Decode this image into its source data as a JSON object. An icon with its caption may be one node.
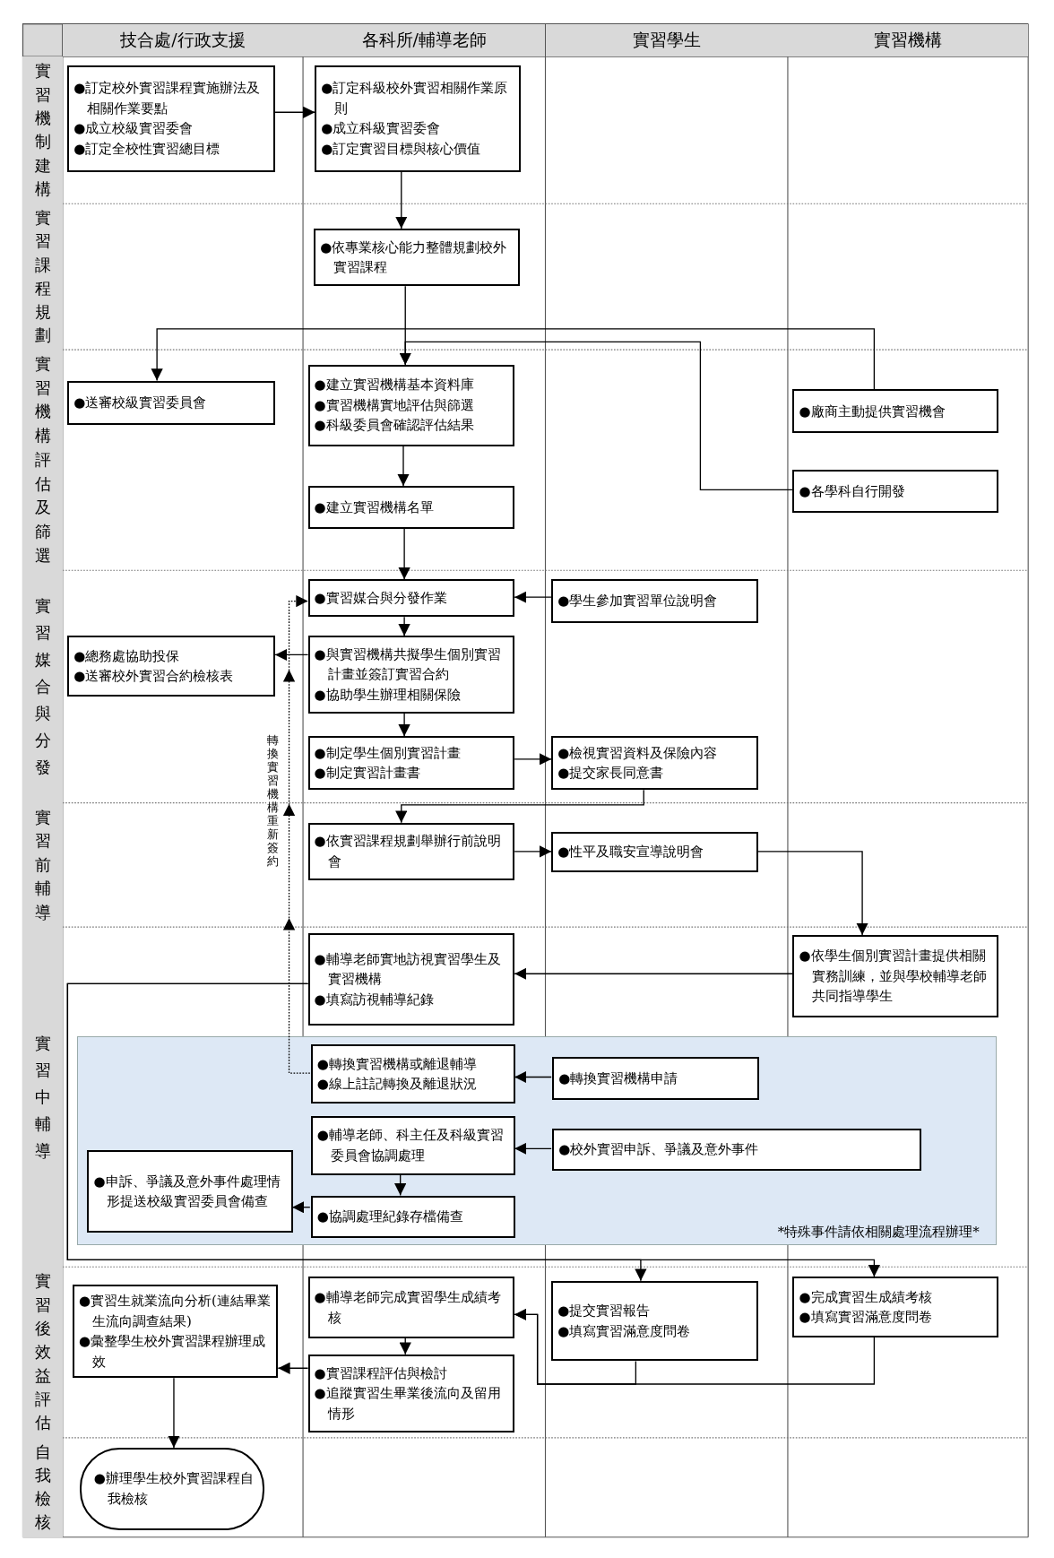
{
  "diagram": {
    "nodes": [
      {
        "text": [
          "技合處/行政支援"
        ]
      },
      {
        "text": [
          "各科所/輔導老師"
        ]
      },
      {
        "text": [
          "實習學生"
        ]
      },
      {
        "text": [
          "實習機構"
        ]
      },
      {
        "text": [
          "實習機制建構"
        ]
      },
      {
        "text": [
          "實習課程規劃"
        ]
      },
      {
        "text": [
          "實習機構評估及篩選"
        ]
      },
      {
        "text": [
          "實習媒合與分發"
        ]
      },
      {
        "text": [
          "實習前輔導"
        ]
      },
      {
        "text": [
          "實習中輔導"
        ]
      },
      {
        "text": [
          "實習後效益評估"
        ]
      },
      {
        "text": [
          "自我檢核"
        ]
      },
      {
        "text": [
          "●訂定校外實習課程實施辦法及相關作業要點",
          "●成立校級實習委會",
          "●訂定全校性實習總目標"
        ]
      },
      {
        "text": [
          "●訂定科級校外實習相關作業原則",
          "●成立科級實習委會",
          "●訂定實習目標與核心價值"
        ]
      },
      {
        "text": [
          "●依專業核心能力整體規劃校外實習課程"
        ]
      },
      {
        "text": [
          "●送審校級實習委員會"
        ]
      },
      {
        "text": [
          "●建立實習機構基本資料庫",
          "●實習機構實地評估與篩選",
          "●科級委員會確認評估結果"
        ]
      },
      {
        "text": [
          "●廠商主動提供實習機會"
        ]
      },
      {
        "text": [
          "●建立實習機構名單"
        ]
      },
      {
        "text": [
          "●各學科自行開發"
        ]
      },
      {
        "text": [
          "●實習媒合與分發作業"
        ]
      },
      {
        "text": [
          "●學生參加實習單位說明會"
        ]
      },
      {
        "text": [
          "●總務處協助投保",
          "●送審校外實習合約檢核表"
        ]
      },
      {
        "text": [
          "●與實習機構共擬學生個別實習計畫並簽訂實習合約",
          "●協助學生辦理相關保險"
        ]
      },
      {
        "text": [
          "●制定學生個別實習計畫",
          "●制定實習計畫書"
        ]
      },
      {
        "text": [
          "●檢視實習資料及保險內容",
          "●提交家長同意書"
        ]
      },
      {
        "text": [
          "●依實習課程規劃舉辦行前說明會"
        ]
      },
      {
        "text": [
          "●性平及職安宣導說明會"
        ]
      },
      {
        "text": [
          "●依學生個別實習計畫提供相關實務訓練，並與學校輔導老師共同指導學生"
        ]
      },
      {
        "text": [
          "●輔導老師實地訪視實習學生及實習機構",
          "●填寫訪視輔導紀錄"
        ]
      },
      {
        "text": [
          "*特殊事件請依相關處理流程辦理*"
        ]
      },
      {
        "text": [
          "●轉換實習機構或離退輔導",
          "●線上註記轉換及離退狀況"
        ],
        "in": 30
      },
      {
        "text": [
          "●轉換實習機構申請"
        ],
        "in": 30
      },
      {
        "text": [
          "●輔導老師、科主任及科級實習委員會協調處理"
        ],
        "in": 30
      },
      {
        "text": [
          "●校外實習申訴、爭議及意外事件"
        ],
        "in": 30
      },
      {
        "text": [
          "●申訴、爭議及意外事件處理情形提送校級實習委員會備查"
        ],
        "in": 30
      },
      {
        "text": [
          "●協調處理紀錄存檔備查"
        ],
        "in": 30
      },
      {
        "text": [
          "●實習生就業流向分析(連結畢業生流向調查結果)",
          "●彙整學生校外實習課程辦理成效"
        ]
      },
      {
        "text": [
          "●輔導老師完成實習學生成績考核"
        ]
      },
      {
        "text": [
          "●提交實習報告",
          "●填寫實習滿意度問卷"
        ]
      },
      {
        "text": [
          "●完成實習生成績考核",
          "●填寫實習滿意度問卷"
        ]
      },
      {
        "text": [
          "●實習課程評估與檢討",
          "●追蹤實習生畢業後流向及留用情形"
        ]
      },
      {
        "text": [
          "●辦理學生校外實習課程自我檢核"
        ]
      }
    ],
    "edges": [
      {
        "from": 12,
        "to": 13,
        "arrow": "to"
      },
      {
        "from": 13,
        "to": 14,
        "arrow": "to"
      },
      {
        "from": 14,
        "to": 16,
        "arrow": "to"
      },
      {
        "from": 17,
        "to": 15,
        "arrow": "to"
      },
      {
        "from": 19,
        "to": 16,
        "arrow": "to"
      },
      {
        "from": 16,
        "to": 18,
        "arrow": "to"
      },
      {
        "from": 18,
        "to": 20,
        "arrow": "to"
      },
      {
        "from": 21,
        "to": 20,
        "arrow": "to"
      },
      {
        "from": 20,
        "to": 23,
        "arrow": "to"
      },
      {
        "from": 23,
        "to": 22,
        "arrow": "to"
      },
      {
        "from": 23,
        "to": 24,
        "arrow": "to"
      },
      {
        "from": 24,
        "to": 25,
        "arrow": "to"
      },
      {
        "from": 25,
        "to": 26,
        "arrow": "to"
      },
      {
        "from": 26,
        "to": 27,
        "arrow": "to"
      },
      {
        "from": 27,
        "to": 28,
        "arrow": "to"
      },
      {
        "from": 28,
        "to": 29,
        "arrow": "to"
      },
      {
        "from": 29,
        "to": 39,
        "arrow": "to"
      },
      {
        "from": 29,
        "to": 40,
        "arrow": "to"
      },
      {
        "from": 31,
        "to": 20,
        "arrow": "to",
        "label": "轉換實習機構重新簽約",
        "style": "dashed"
      },
      {
        "from": 32,
        "to": 31,
        "arrow": "to"
      },
      {
        "from": 34,
        "to": 33,
        "arrow": "to"
      },
      {
        "from": 33,
        "to": 36,
        "arrow": "to"
      },
      {
        "from": 36,
        "to": 35,
        "arrow": "to"
      },
      {
        "from": 38,
        "to": 41,
        "arrow": "to"
      },
      {
        "from": 41,
        "to": 37,
        "arrow": "to"
      },
      {
        "from": 37,
        "to": 42,
        "arrow": "to"
      },
      {
        "from": 39,
        "to": 38,
        "arrow": "to"
      },
      {
        "from": 40,
        "to": 38,
        "arrow": "to"
      }
    ]
  }
}
